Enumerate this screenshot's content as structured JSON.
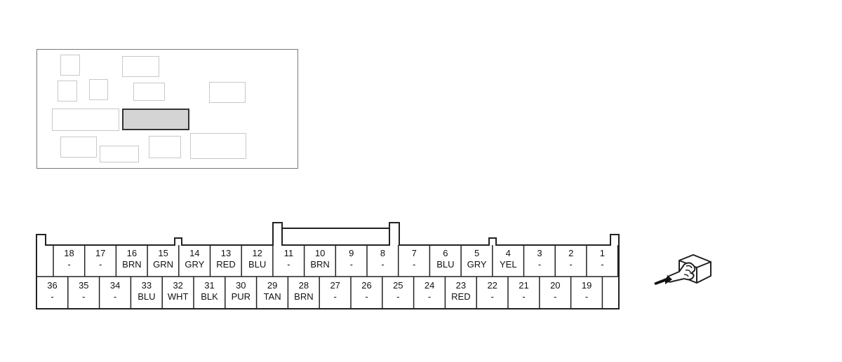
{
  "locator": {
    "highlight": "#d4d4d4"
  },
  "connector": {
    "top_row": [
      {
        "pin": "18",
        "color": "-"
      },
      {
        "pin": "17",
        "color": "-"
      },
      {
        "pin": "16",
        "color": "BRN"
      },
      {
        "pin": "15",
        "color": "GRN"
      },
      {
        "pin": "14",
        "color": "GRY"
      },
      {
        "pin": "13",
        "color": "RED"
      },
      {
        "pin": "12",
        "color": "BLU"
      },
      {
        "pin": "11",
        "color": "-"
      },
      {
        "pin": "10",
        "color": "BRN"
      },
      {
        "pin": "9",
        "color": "-"
      },
      {
        "pin": "8",
        "color": "-"
      },
      {
        "pin": "7",
        "color": "-"
      },
      {
        "pin": "6",
        "color": "BLU"
      },
      {
        "pin": "5",
        "color": "GRY"
      },
      {
        "pin": "4",
        "color": "YEL"
      },
      {
        "pin": "3",
        "color": "-"
      },
      {
        "pin": "2",
        "color": "-"
      },
      {
        "pin": "1",
        "color": "-"
      }
    ],
    "bottom_row": [
      {
        "pin": "36",
        "color": "-"
      },
      {
        "pin": "35",
        "color": "-"
      },
      {
        "pin": "34",
        "color": "-"
      },
      {
        "pin": "33",
        "color": "BLU"
      },
      {
        "pin": "32",
        "color": "WHT"
      },
      {
        "pin": "31",
        "color": "BLK"
      },
      {
        "pin": "30",
        "color": "PUR"
      },
      {
        "pin": "29",
        "color": "TAN"
      },
      {
        "pin": "28",
        "color": "BRN"
      },
      {
        "pin": "27",
        "color": "-"
      },
      {
        "pin": "26",
        "color": "-"
      },
      {
        "pin": "25",
        "color": "-"
      },
      {
        "pin": "24",
        "color": "-"
      },
      {
        "pin": "23",
        "color": "RED"
      },
      {
        "pin": "22",
        "color": "-"
      },
      {
        "pin": "21",
        "color": "-"
      },
      {
        "pin": "20",
        "color": "-"
      },
      {
        "pin": "19",
        "color": "-"
      }
    ]
  },
  "icons": {
    "view": "hand-pointing-connector-icon"
  }
}
